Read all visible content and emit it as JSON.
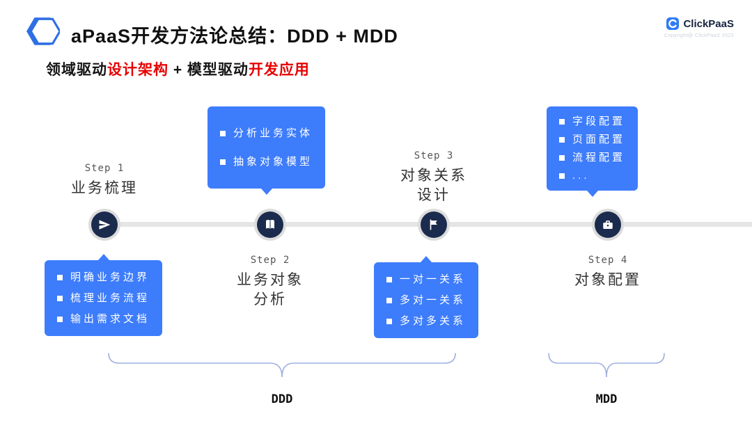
{
  "header": {
    "title": "aPaaS开发方法论总结：DDD + MDD",
    "logo": {
      "name": "ClickPaaS",
      "copyright": "Copyright@ ClickPaaS 2022"
    }
  },
  "subtitle": {
    "segments": [
      {
        "text": "领域驱动",
        "emphasis": false
      },
      {
        "text": "设计架构",
        "emphasis": true
      },
      {
        "text": " + 模型驱动",
        "emphasis": false
      },
      {
        "text": "开发应用",
        "emphasis": true
      }
    ]
  },
  "timeline": {
    "steps": [
      {
        "step_label": "Step 1",
        "name_lines": [
          "业务梳理"
        ],
        "icon": "paper-plane-icon",
        "callout": {
          "position": "below",
          "items": [
            "明确业务边界",
            "梳理业务流程",
            "输出需求文档"
          ]
        }
      },
      {
        "step_label": "Step 2",
        "name_lines": [
          "业务对象",
          "分析"
        ],
        "icon": "book-icon",
        "callout": {
          "position": "above",
          "items": [
            "分析业务实体",
            "抽象对象模型"
          ]
        }
      },
      {
        "step_label": "Step 3",
        "name_lines": [
          "对象关系",
          "设计"
        ],
        "icon": "flag-icon",
        "callout": {
          "position": "below",
          "items": [
            "一对一关系",
            "多对一关系",
            "多对多关系"
          ]
        }
      },
      {
        "step_label": "Step 4",
        "name_lines": [
          "对象配置"
        ],
        "icon": "briefcase-icon",
        "callout": {
          "position": "above",
          "items": [
            "字段配置",
            "页面配置",
            "流程配置",
            "..."
          ]
        }
      }
    ]
  },
  "groups": [
    {
      "label": "DDD",
      "covers": [
        "Step 1",
        "Step 2",
        "Step 3"
      ]
    },
    {
      "label": "MDD",
      "covers": [
        "Step 4"
      ]
    }
  ],
  "colors": {
    "callout_bg": "#3d7cfb",
    "accent_red": "#e60000",
    "circle_fill": "#1b2b4d",
    "circle_ring": "#dcdcdc",
    "track_gray": "#e5e5e5",
    "brace_blue": "#9fb0e0",
    "logo_blue": "#2f7bf5"
  }
}
